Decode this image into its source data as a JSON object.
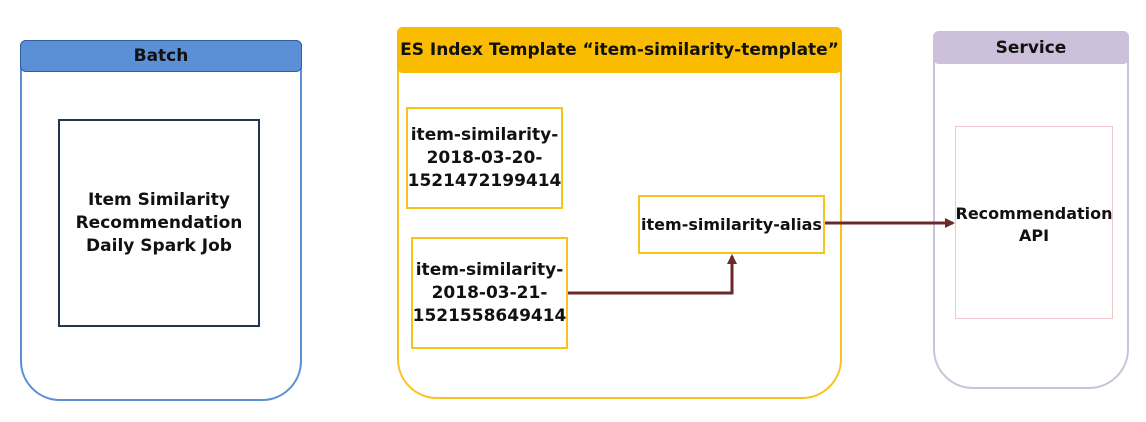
{
  "batch": {
    "title": "Batch",
    "job_label": "Item Similarity\nRecommendation\nDaily Spark Job"
  },
  "es": {
    "title": "ES Index Template “item-similarity-template”",
    "index_old": "item-similarity-\n2018-03-20-\n1521472199414",
    "index_new": "item-similarity-\n2018-03-21-\n1521558649414",
    "alias": "item-similarity-alias"
  },
  "service": {
    "title": "Service",
    "api_label": "Recommendation\nAPI"
  },
  "colors": {
    "batch_accent": "#5b8fd6",
    "es_accent": "#f9bc00",
    "service_accent": "#ccc0da",
    "arrow": "#6b2a2a"
  }
}
